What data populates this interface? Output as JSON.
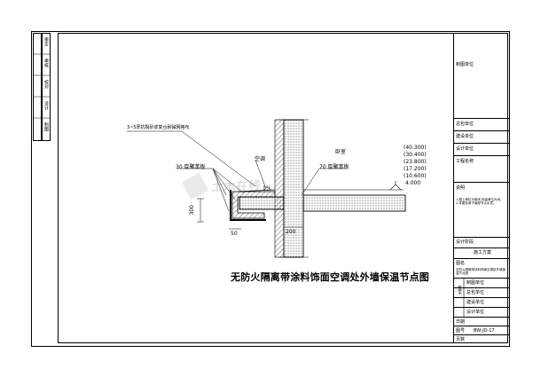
{
  "drawing": {
    "title": "无防火隔离带涂料饰面空调处外墙保温节点图",
    "leader_note": "3~5厚抗裂砂浆复合耐碱网格布",
    "label_30": "30 厚聚苯板",
    "label_70": "70 厚聚苯板",
    "label_ac": "空调",
    "label_room": "卧室",
    "slope": "1%",
    "dim_300": "300",
    "dim_50": "50",
    "dim_200": "200",
    "elevations": [
      "(40.300)",
      "(30.400)",
      "(23.800)",
      "(17.200)",
      "(10.600)",
      "4.000"
    ],
    "watermark": "土木在线"
  },
  "titleblock": {
    "rows": [
      "制图单位",
      "总包单位",
      "建设单位",
      "设计单位",
      "工程名称",
      "说明",
      "设计阶段",
      "施工方案",
      "图名",
      "制图单位",
      "总包单位",
      "建设单位",
      "设计单位",
      "日期",
      "图号",
      "页数"
    ],
    "notes_text": "1.图上单位为毫米,标高单位为米。2.本图仅用于局部节点示意。",
    "drawing_name_text": "无防火隔离带涂料饰面空调处外墙保温节点图",
    "sign_label": "签字",
    "drawing_no": "BW-JD-17"
  },
  "sidestrip": {
    "labels": [
      "审定",
      "审核",
      "校对",
      "设计",
      "制图"
    ]
  }
}
